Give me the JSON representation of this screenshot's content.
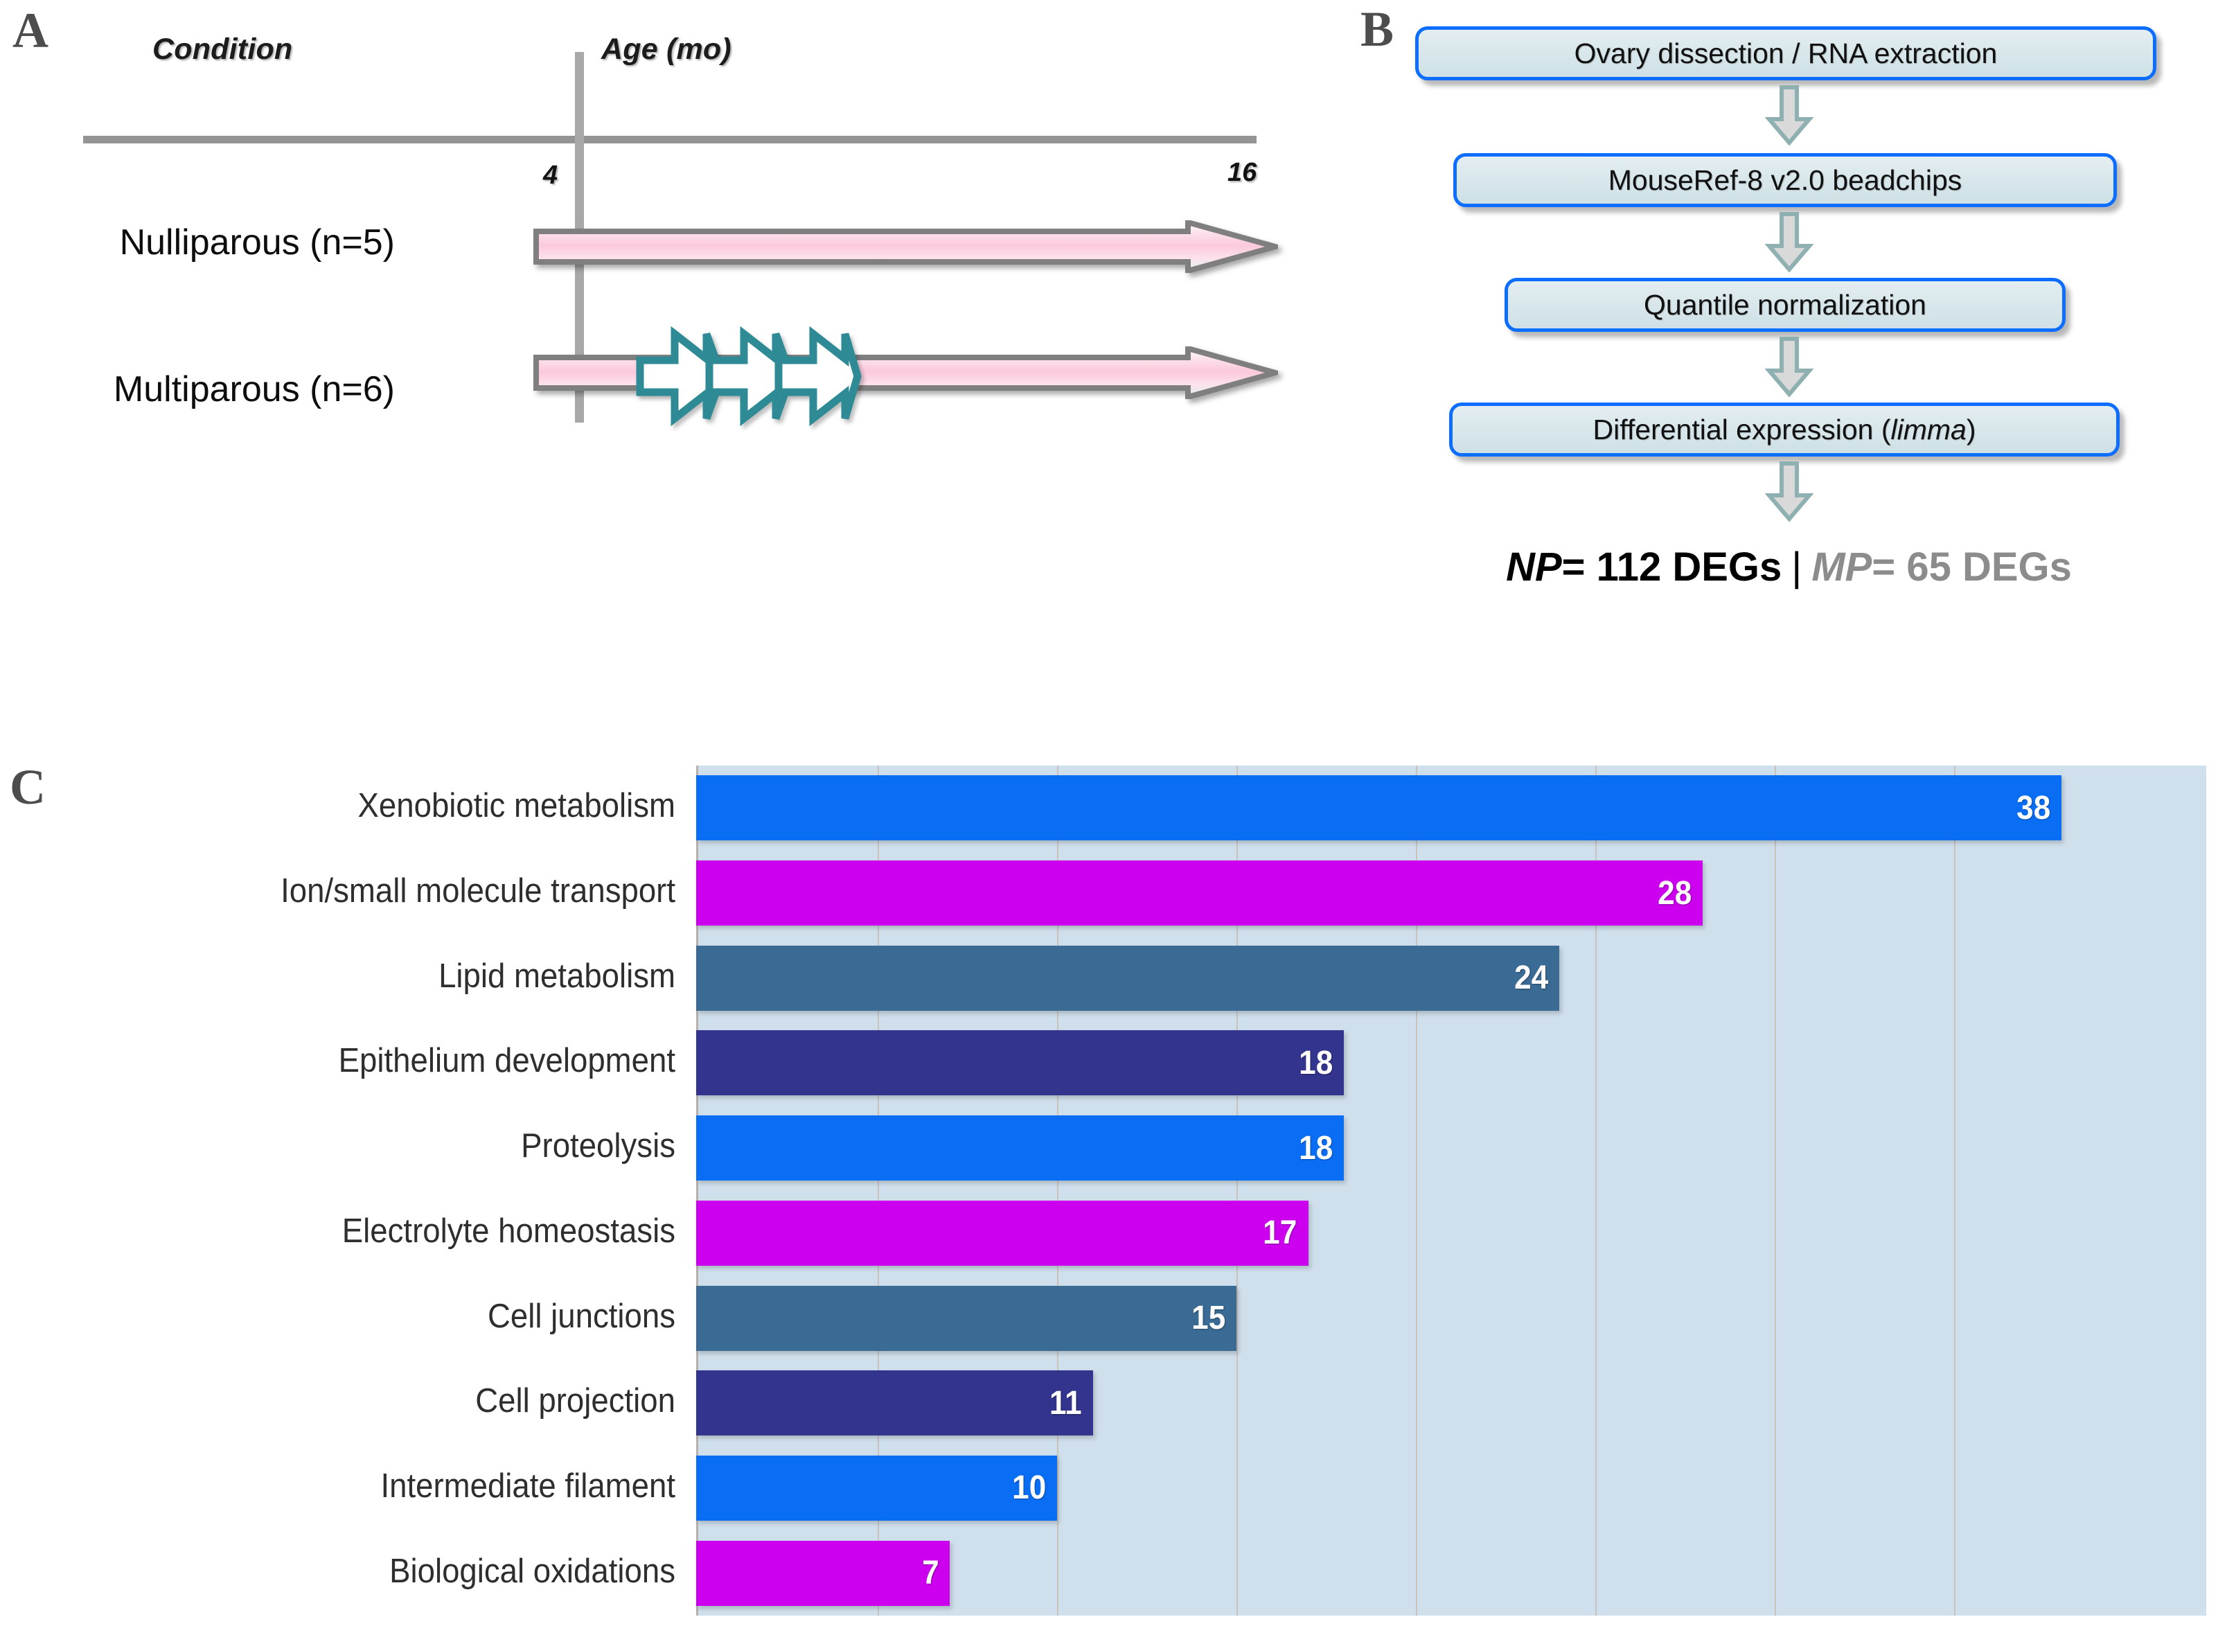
{
  "panels": {
    "a_letter": "A",
    "b_letter": "B",
    "c_letter": "C"
  },
  "panel_a": {
    "headers": {
      "condition": "Condition",
      "age": "Age (mo)"
    },
    "ticks": {
      "start": "4",
      "end": "16"
    },
    "rows": [
      {
        "label": "Nulliparous (n=5)",
        "parity_events": 0
      },
      {
        "label": "Multiparous (n=6)",
        "parity_events": 3
      }
    ],
    "colors": {
      "timeline_pink": "#fbd3e0",
      "timeline_outline": "#7f7f7f",
      "parity_arrow_teal": "#2e8b96",
      "rule_gray": "#949494"
    }
  },
  "panel_b": {
    "steps": [
      "Ovary dissection / RNA extraction",
      "MouseRef-8 v2.0 beadchips",
      "Quantile normalization",
      "Differential expression ("
    ],
    "step4_italic": "limma",
    "step4_tail": ")",
    "summary": {
      "np_tag": "NP",
      "np_value": "=  112 DEGs",
      "separator": "|",
      "mp_tag": "MP",
      "mp_value": "= 65 DEGs"
    },
    "colors": {
      "box_fill": "#d7e6ea",
      "box_border": "#0d6efd",
      "arrow_fill": "#d9d9d9",
      "arrow_stroke": "#8fb0b0",
      "np_text": "#000000",
      "mp_text": "#8c8c8c"
    }
  },
  "chart_data": {
    "type": "bar",
    "orientation": "horizontal",
    "title": "",
    "xlabel": "",
    "ylabel": "",
    "xlim": [
      0,
      40
    ],
    "grid": true,
    "grid_step": 5,
    "legend": "none",
    "categories": [
      "Xenobiotic metabolism",
      "Ion/small molecule transport",
      "Lipid metabolism",
      "Epithelium development",
      "Proteolysis",
      "Electrolyte homeostasis",
      "Cell junctions",
      "Cell projection",
      "Intermediate filament",
      "Biological oxidations"
    ],
    "values": [
      38,
      28,
      24,
      18,
      18,
      17,
      15,
      11,
      10,
      7
    ],
    "bar_colors": [
      "#0a6ef5",
      "#cc00ee",
      "#3a6b94",
      "#33348e",
      "#0a6ef5",
      "#cc00ee",
      "#3a6b94",
      "#33348e",
      "#0a6ef5",
      "#cc00ee"
    ],
    "plot_background": "#cfdfeb",
    "gridline_color": "#c6b8b0",
    "value_label_color": "#ffffff"
  }
}
